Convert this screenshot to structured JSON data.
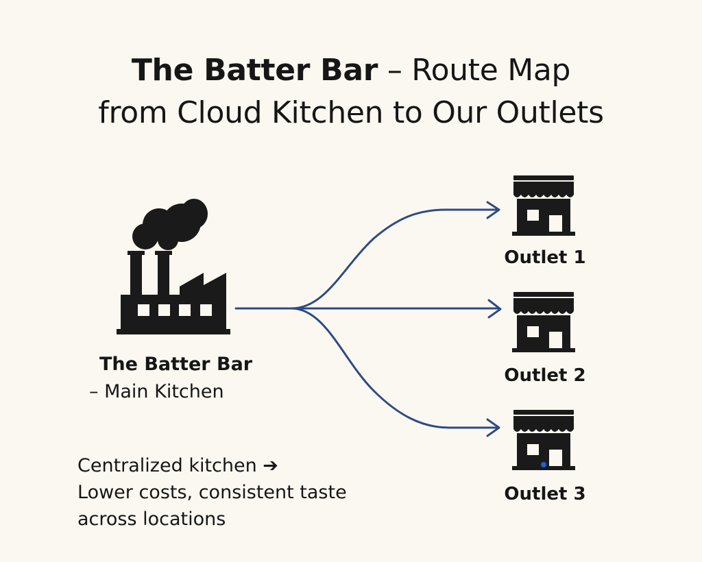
{
  "title": {
    "line1_bold": "The Batter Bar",
    "line1_rest": " – Route Map",
    "line2": "from Cloud Kitchen to Our Outlets"
  },
  "kitchen": {
    "name": "The Batter Bar",
    "subtitle": "– Main Kitchen",
    "icon": "factory-icon"
  },
  "outlets": [
    {
      "label": "Outlet 1",
      "icon": "storefront-icon"
    },
    {
      "label": "Outlet 2",
      "icon": "storefront-icon"
    },
    {
      "label": "Outlet 3",
      "icon": "storefront-icon"
    }
  ],
  "note": {
    "line1": "Centralized kitchen ➔",
    "line2": "Lower costs, consistent taste",
    "line3": "across locations"
  },
  "colors": {
    "background": "#fbf8f1",
    "icon": "#1a1a1a",
    "route": "#2e4a85",
    "marker": "#1f5fd6"
  }
}
